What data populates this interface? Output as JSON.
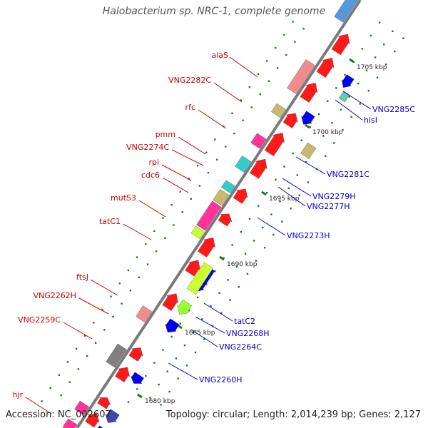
{
  "title": "Halobacterium sp. NRC-1, complete genome",
  "footer": {
    "accession": "Accession: NC_002607",
    "summary": "Topology: circular; Length: 2,014,239 bp; Genes: 2,127"
  },
  "colors": {
    "left_label": "#cc0000",
    "right_label": "#0000cc",
    "backbone": "#8c8c8c",
    "tick": "#1a7a1a"
  },
  "scale_labels": [
    "1705 kbp",
    "1700 kbp",
    "1695 kbp",
    "1690 kbp",
    "1685 kbp",
    "1680 kbp"
  ],
  "left_labels": [
    "alaS",
    "VNG2282C",
    "rfc",
    "pmm",
    "VNG2274C",
    "rpi",
    "cdc6",
    "mutS3",
    "tatC1",
    "ftsJ",
    "VNG2262H",
    "VNG2259C",
    "hjr"
  ],
  "right_labels": [
    "VNG2285C",
    "hisI",
    "VNG2281C",
    "VNG2279H",
    "VNG2277H",
    "VNG2273H",
    "tatC2",
    "VNG2268H",
    "VNG2264C",
    "VNG2260H"
  ]
}
